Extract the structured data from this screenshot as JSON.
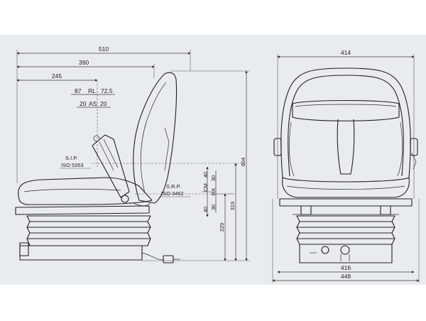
{
  "side_view": {
    "dims": {
      "overall_length": "510",
      "backrest_to_front": "390",
      "sip_to_front": "245",
      "tilt_rl": "87",
      "rl_label": "RL",
      "rl_value": "72.5",
      "as_offset": "20",
      "as_label": "AS",
      "as_value": "20",
      "overall_height": "604",
      "srp_height": "319",
      "base_height": "229",
      "cm_up": "40",
      "cm_down": "40",
      "cm_label": "CM",
      "ra_up": "30",
      "ra_down": "30",
      "ra_label": "RA"
    },
    "labels": {
      "sip_title": "S.I.P.",
      "sip_standard": "ISO 5353",
      "srp_title": "S.R.P.",
      "srp_standard": "ISO 3462"
    }
  },
  "front_view": {
    "dims": {
      "top_width": "414",
      "base_width": "416",
      "overall_width": "448"
    }
  }
}
